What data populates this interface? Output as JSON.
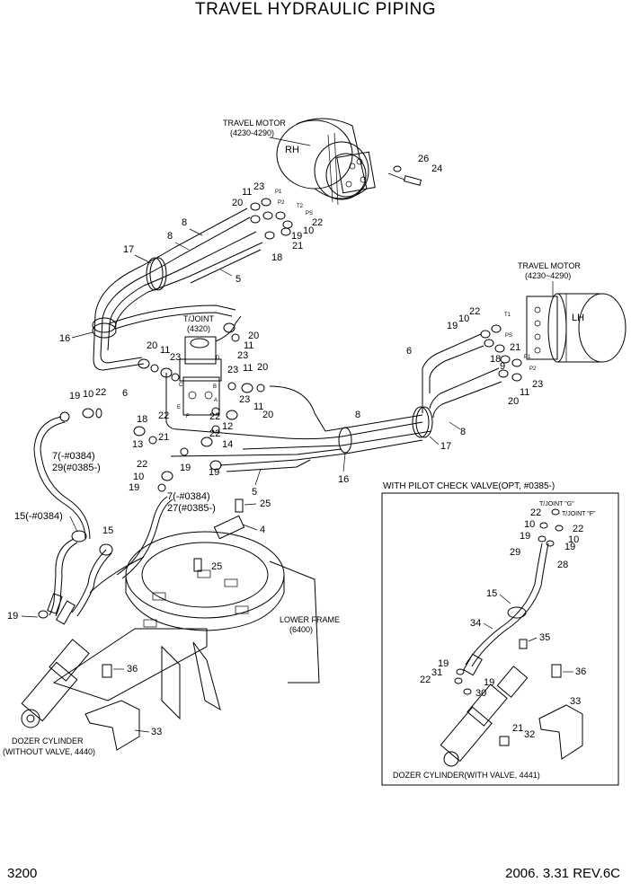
{
  "title": "TRAVEL HYDRAULIC PIPING",
  "footer": {
    "page": "3200",
    "revision": "2006. 3.31  REV.6C"
  },
  "callouts": {
    "travel_motor_rh": [
      "TRAVEL MOTOR",
      "(4230-4290)"
    ],
    "travel_motor_lh": [
      "TRAVEL MOTOR",
      "(4230~4290)"
    ],
    "rh": "RH",
    "lh": "LH",
    "tjoint": [
      "T/JOINT",
      "(4320)"
    ],
    "lower_frame": [
      "LOWER FRAME",
      "(6400)"
    ],
    "dozer_no_valve": [
      "DOZER CYLINDER",
      "(WITHOUT VALVE, 4440)"
    ],
    "pilot_check_box": "WITH PILOT CHECK VALVE(OPT, #0385-)",
    "dozer_with_valve": "DOZER CYLINDER(WITH VALVE, 4441)",
    "tjoint_g": "T/JOINT \"G\"",
    "tjoint_f": "T/JOINT \"F\"",
    "part_7a": "7(-#0384)",
    "part_29": "29(#0385-)",
    "part_15a": "15(-#0384)",
    "part_7b": "7(-#0384)",
    "part_27": "27(#0385-)"
  },
  "port_labels": [
    "P1",
    "P2",
    "T2",
    "PS",
    "T1",
    "PS",
    "P1",
    "P2",
    "A",
    "B",
    "C",
    "D",
    "E",
    "F"
  ],
  "numbers": {
    "rh_motor": [
      "26",
      "24",
      "23",
      "11",
      "20",
      "22",
      "10",
      "19",
      "21",
      "18",
      "8",
      "8",
      "17",
      "5"
    ],
    "lh_motor": [
      "22",
      "10",
      "19",
      "21",
      "18",
      "9",
      "6",
      "11",
      "23",
      "20",
      "8",
      "17",
      "16",
      "8",
      "5"
    ],
    "tjoint_area": [
      "20",
      "11",
      "23",
      "20",
      "11",
      "23",
      "11",
      "20",
      "22",
      "12",
      "22",
      "14",
      "18",
      "21",
      "13",
      "19",
      "19",
      "10",
      "22",
      "16",
      "6",
      "19",
      "10",
      "22",
      "6"
    ],
    "lower": [
      "25",
      "4",
      "25",
      "15",
      "19",
      "36",
      "33"
    ],
    "inset": [
      "22",
      "10",
      "19",
      "29",
      "22",
      "10",
      "19",
      "28",
      "15",
      "34",
      "35",
      "19",
      "31",
      "22",
      "19",
      "30",
      "21",
      "32",
      "36",
      "33"
    ]
  }
}
